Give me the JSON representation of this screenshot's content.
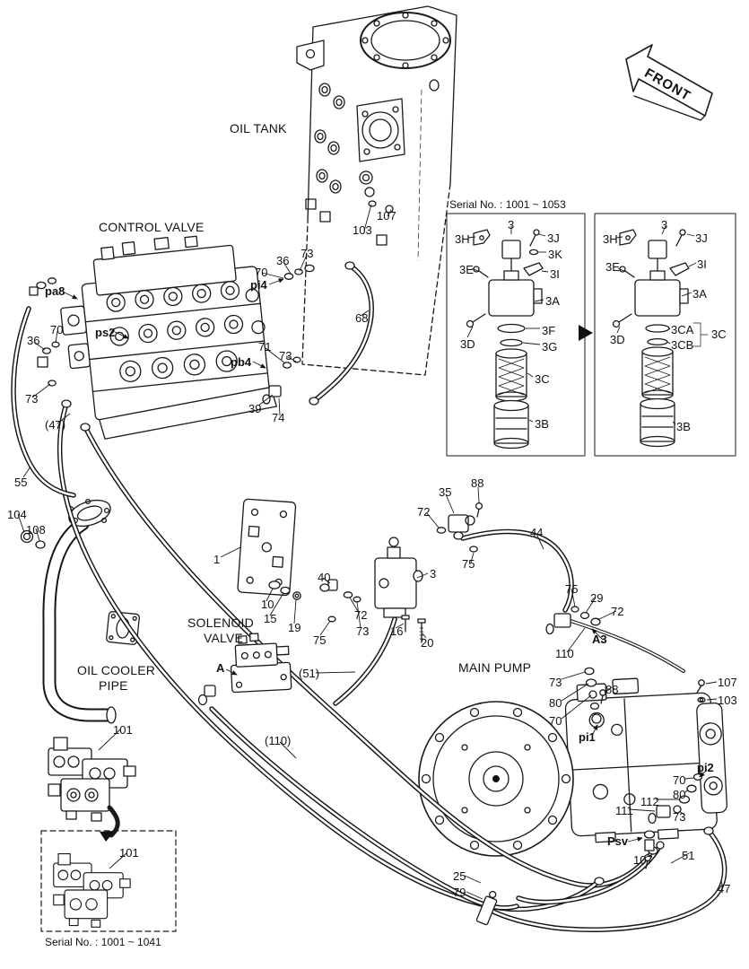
{
  "figure": {
    "front_label": "FRONT",
    "tank": [
      "OIL TANK",
      "107",
      "103"
    ],
    "cv": [
      "CONTROL VALVE",
      "pa8",
      "36",
      "73",
      "70",
      "pi4",
      "68",
      "ps2",
      "pb4",
      "70",
      "36",
      "73",
      "(47)",
      "55",
      "71",
      "73",
      "39",
      "74"
    ],
    "box1": {
      "serial": "Serial No. : 1001 ~ 1053",
      "labels": [
        "3",
        "3H",
        "3J",
        "3K",
        "3E",
        "3I",
        "3A",
        "3F",
        "3G",
        "3D",
        "3C",
        "3B"
      ]
    },
    "box2": {
      "labels": [
        "3",
        "3H",
        "3J",
        "3E",
        "3I",
        "3A",
        "3D",
        "3CA",
        "3CB",
        "3C",
        "3B"
      ]
    },
    "cooler": [
      "104",
      "108",
      "OIL COOLER",
      "PIPE",
      "101"
    ],
    "center": [
      "1",
      "10",
      "15",
      "19",
      "40",
      "72",
      "73",
      "75",
      "3",
      "16",
      "20",
      "35",
      "88",
      "72",
      "75",
      "44",
      "SOLENOID",
      "VALVE",
      "A",
      "(51)",
      "(110)"
    ],
    "pump": [
      "MAIN PUMP",
      "75",
      "29",
      "72",
      "A3",
      "110",
      "73",
      "88",
      "80",
      "70",
      "pi1",
      "107",
      "103",
      "pi2",
      "70",
      "80",
      "112",
      "73",
      "111",
      "Psv",
      "107",
      "51",
      "47",
      "25",
      "79"
    ],
    "bottom": [
      "101",
      "Serial No. : 1001 ~ 1041"
    ]
  }
}
